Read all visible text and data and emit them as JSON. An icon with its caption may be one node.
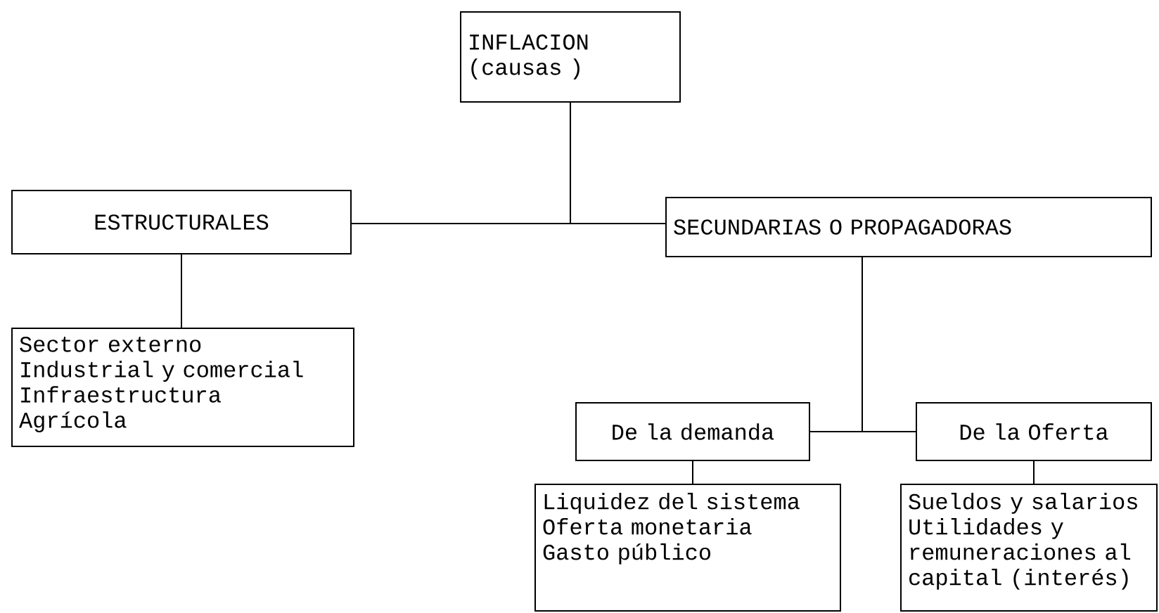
{
  "diagram": {
    "nodes": [
      {
        "text": [
          "INFLACION (causas )"
        ]
      },
      {
        "text": [
          "ESTRUCTURALES"
        ]
      },
      {
        "text": [
          "SECUNDARIAS O PROPAGADORAS"
        ]
      },
      {
        "text": [
          "Sector externo",
          "Industrial y comercial",
          "Infraestructura",
          "Agrícola"
        ]
      },
      {
        "text": [
          "De la demanda"
        ]
      },
      {
        "text": [
          "De la Oferta"
        ]
      },
      {
        "text": [
          "Liquidez del sistema",
          "Oferta monetaria",
          "Gasto público"
        ]
      },
      {
        "text": [
          "Sueldos y salarios",
          "Utilidades y remuneraciones al capital (interés)"
        ]
      }
    ],
    "edges": [
      {
        "from": 0,
        "to": 1,
        "arrow": "none"
      },
      {
        "from": 0,
        "to": 2,
        "arrow": "none"
      },
      {
        "from": 1,
        "to": 3,
        "arrow": "none"
      },
      {
        "from": 2,
        "to": 4,
        "arrow": "none"
      },
      {
        "from": 2,
        "to": 5,
        "arrow": "none"
      },
      {
        "from": 4,
        "to": 6,
        "arrow": "none"
      },
      {
        "from": 5,
        "to": 7,
        "arrow": "none"
      }
    ]
  }
}
